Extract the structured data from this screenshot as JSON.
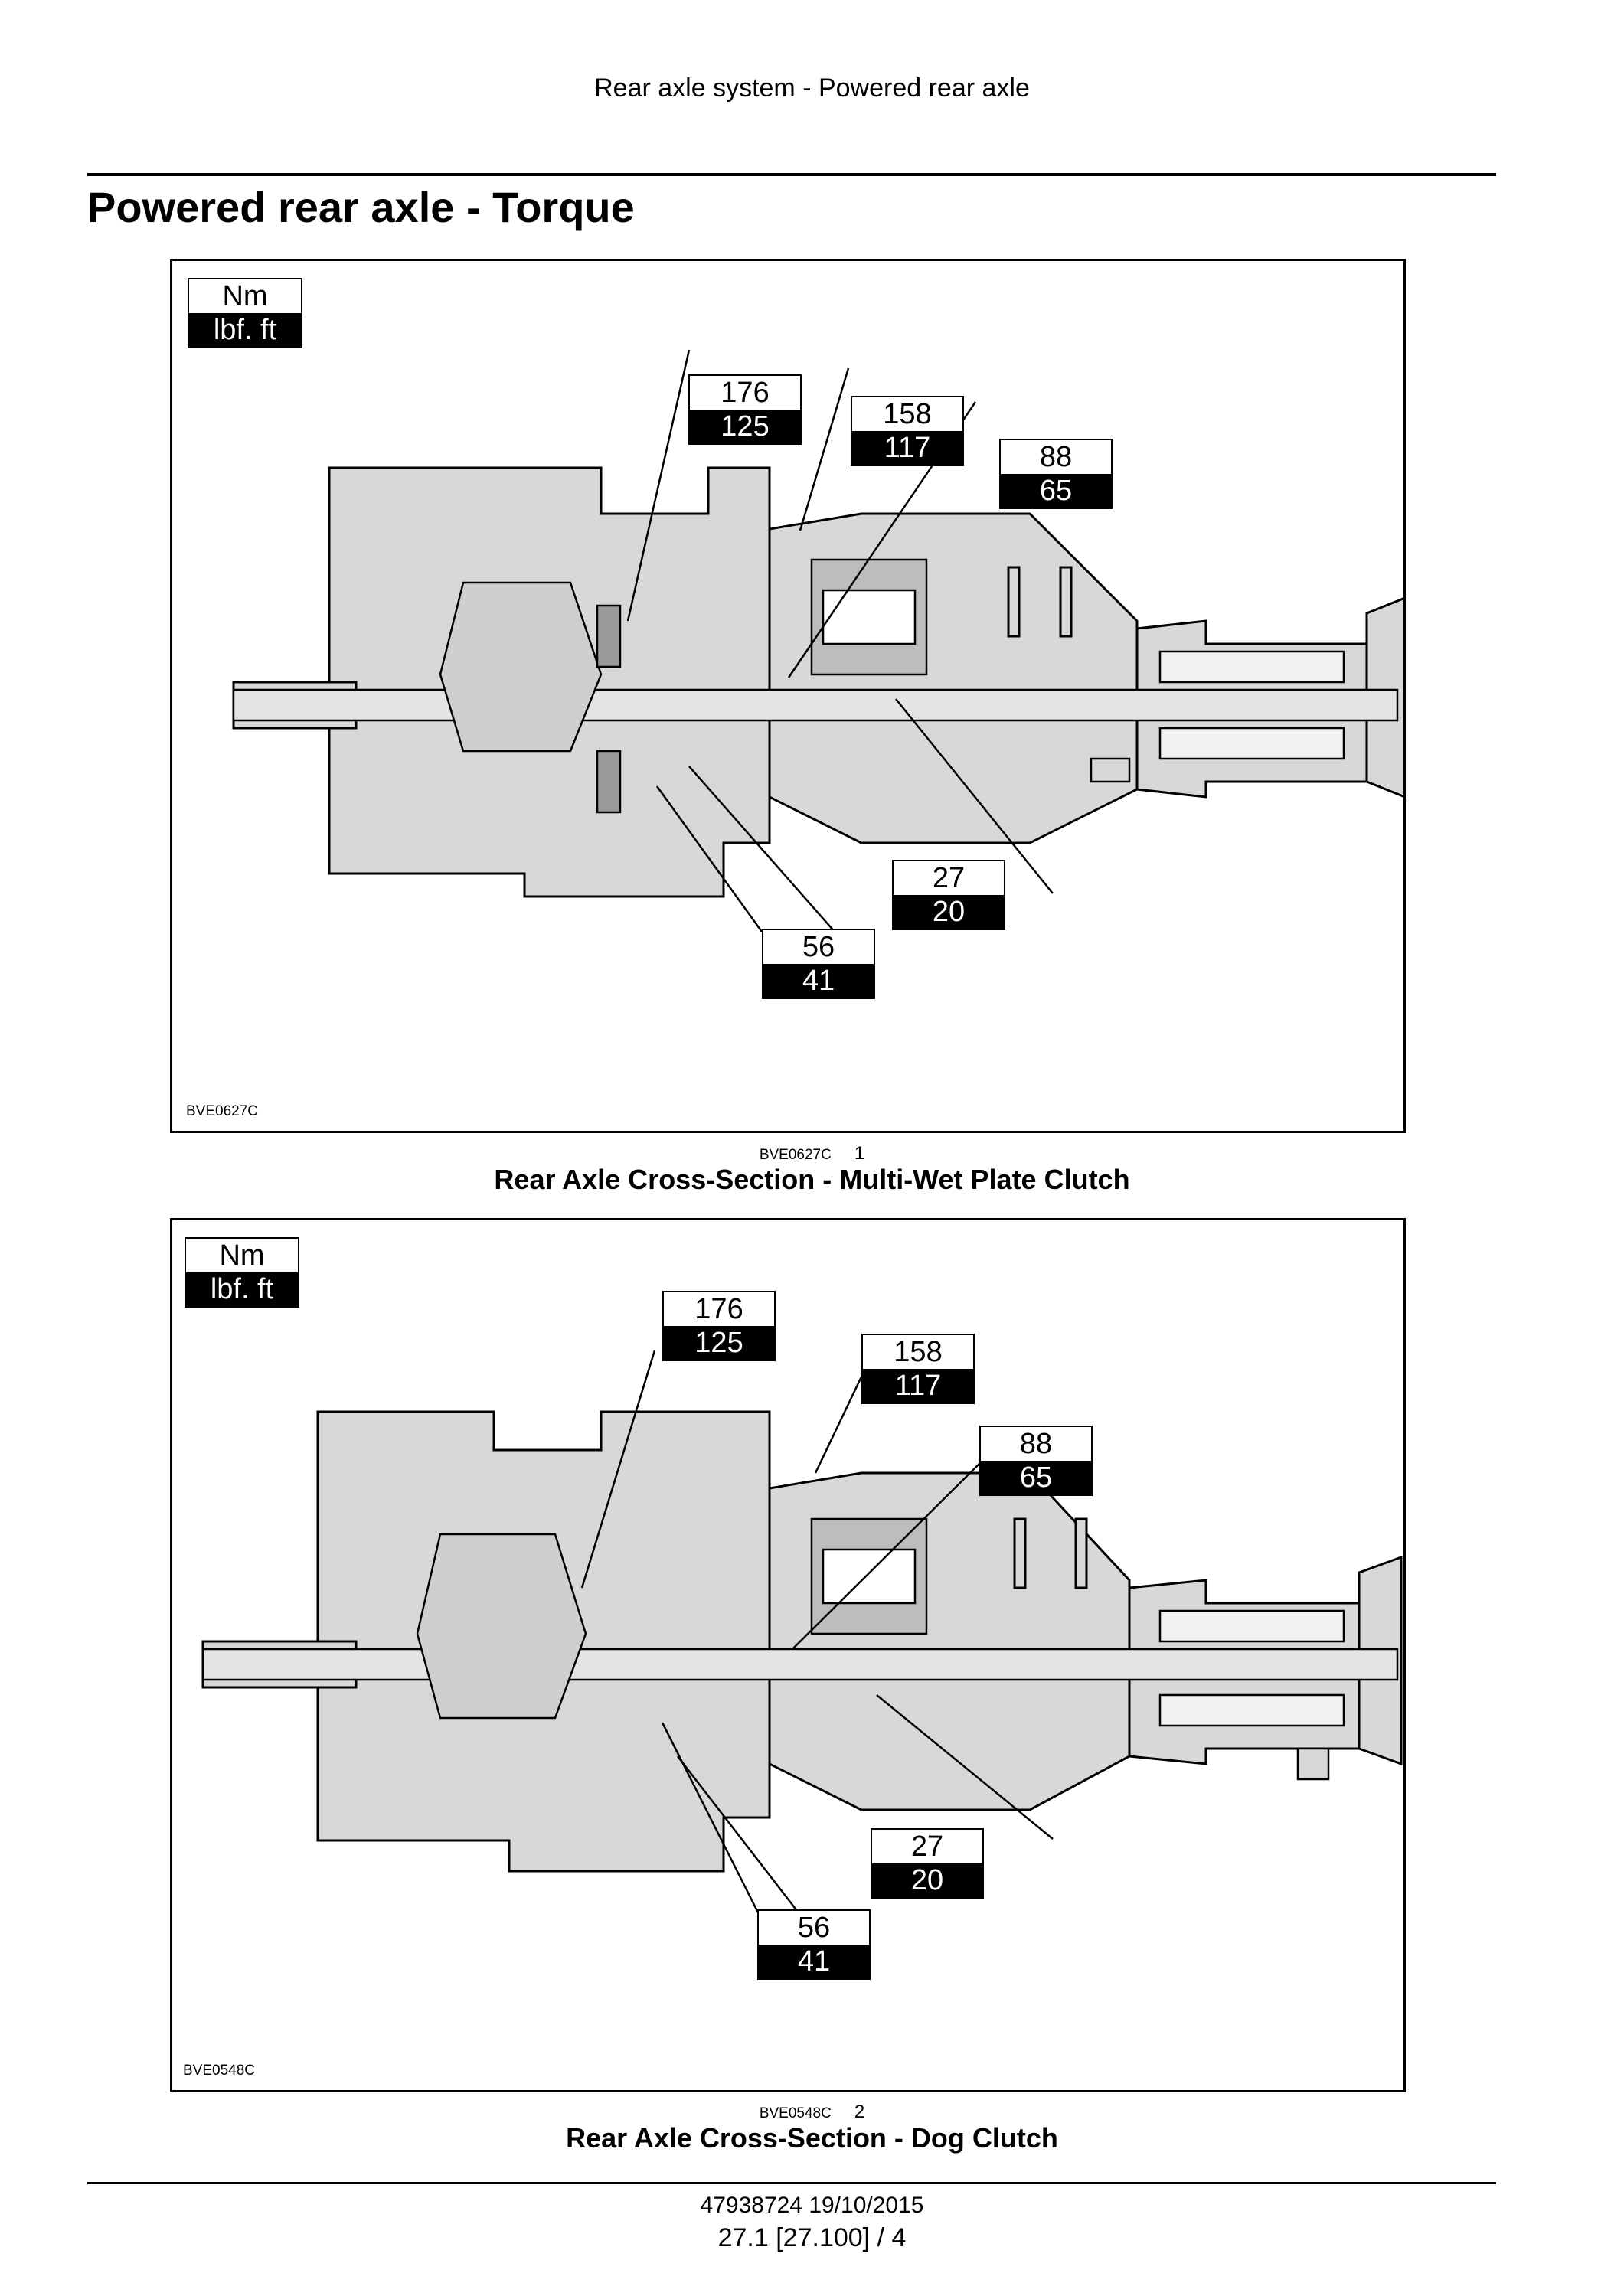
{
  "header": {
    "title": "Rear axle system - Powered rear axle"
  },
  "page_title": "Powered rear axle - Torque",
  "legend": {
    "top": "Nm",
    "bottom": "lbf. ft"
  },
  "figures": [
    {
      "code": "BVE0627C",
      "number": "1",
      "caption": "Rear Axle Cross-Section - Multi-Wet Plate Clutch",
      "torques": [
        {
          "nm": "176",
          "lbf": "125"
        },
        {
          "nm": "158",
          "lbf": "117"
        },
        {
          "nm": "88",
          "lbf": "65"
        },
        {
          "nm": "27",
          "lbf": "20"
        },
        {
          "nm": "56",
          "lbf": "41"
        }
      ]
    },
    {
      "code": "BVE0548C",
      "number": "2",
      "caption": "Rear Axle Cross-Section - Dog Clutch",
      "torques": [
        {
          "nm": "176",
          "lbf": "125"
        },
        {
          "nm": "158",
          "lbf": "117"
        },
        {
          "nm": "88",
          "lbf": "65"
        },
        {
          "nm": "27",
          "lbf": "20"
        },
        {
          "nm": "56",
          "lbf": "41"
        }
      ]
    }
  ],
  "footer": {
    "doc": "47938724 19/10/2015",
    "page": "27.1 [27.100] / 4"
  }
}
